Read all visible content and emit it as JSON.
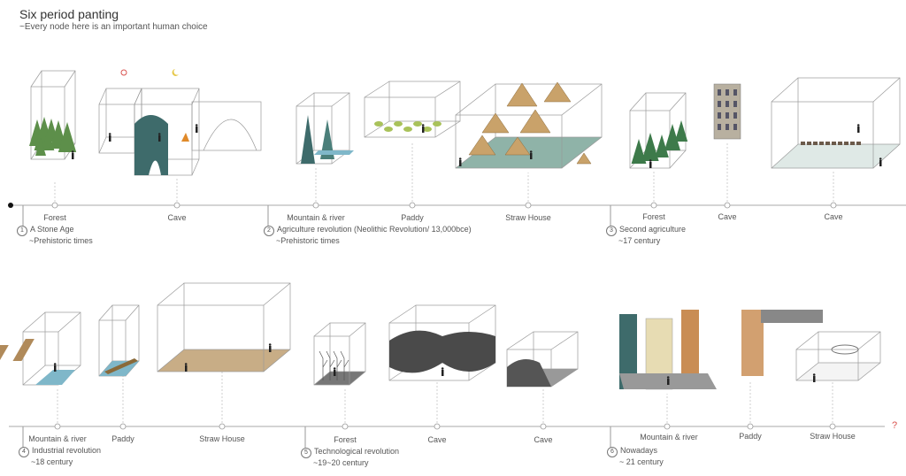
{
  "title": "Six period panting",
  "subtitle": "~Every node here is an important human choice",
  "row1": {
    "nodes": [
      "Forest",
      "Cave",
      "Mountain & river",
      "Paddy",
      "Straw House",
      "Forest",
      "Cave",
      "Cave"
    ],
    "eras": [
      {
        "num": "1",
        "name": "A Stone Age",
        "period": "~Prehistoric times"
      },
      {
        "num": "2",
        "name": "Agriculture revolution (Neolithic Revolution/ 13,000bce)",
        "period": "~Prehistoric times"
      },
      {
        "num": "3",
        "name": "Second agriculture",
        "period": "~17 century"
      }
    ]
  },
  "row2": {
    "nodes": [
      "Mountain & river",
      "Paddy",
      "Straw House",
      "Forest",
      "Cave",
      "Cave",
      "Mountain & river",
      "Paddy",
      "Straw House"
    ],
    "eras": [
      {
        "num": "4",
        "name": "Industrial revolution",
        "period": "~18 century"
      },
      {
        "num": "5",
        "name": "Technological revolution",
        "period": "~19~20 century"
      },
      {
        "num": "6",
        "name": "Nowadays",
        "period": "~ 21 century"
      }
    ],
    "end_marker": "?"
  },
  "colors": {
    "line": "#bbbbbb",
    "water": "#7fb7c9",
    "teal": "#3e6b6b",
    "straw": "#c9a26a",
    "tree": "#3d7a4a",
    "end": "#d9534f"
  }
}
